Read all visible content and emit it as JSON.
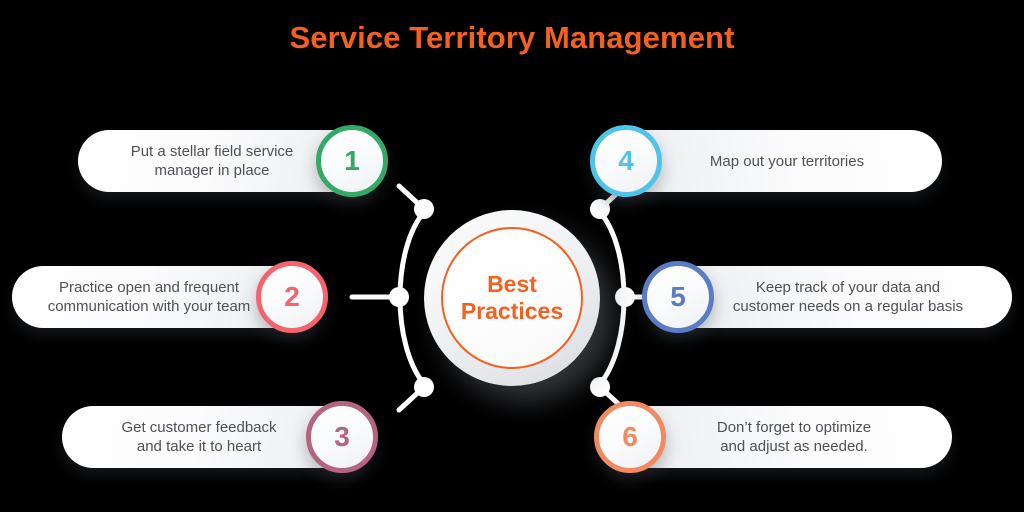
{
  "title": "Service Territory Management",
  "colors": {
    "background": "#000000",
    "title": "#F4601F",
    "hub_accent": "#F4601F",
    "body_text": "#4E5156",
    "connector": "#FFFFFF"
  },
  "hub": {
    "label": "Best\nPractices"
  },
  "items": [
    {
      "number": "1",
      "text": "Put a stellar field service\nmanager in place",
      "color": "#33A867",
      "side": "left"
    },
    {
      "number": "2",
      "text": "Practice open and frequent\ncommunication with your team",
      "color": "#F4636E",
      "side": "left"
    },
    {
      "number": "3",
      "text": "Get customer feedback\nand take it to heart",
      "color": "#B5647F",
      "side": "left"
    },
    {
      "number": "4",
      "text": "Map out your territories",
      "color": "#4FC3E8",
      "side": "right"
    },
    {
      "number": "5",
      "text": "Keep track of your data and\ncustomer needs on a regular basis",
      "color": "#5B7CC4",
      "side": "right"
    },
    {
      "number": "6",
      "text": "Don’t forget to optimize\nand adjust as needed.",
      "color": "#F08A63",
      "side": "right"
    }
  ],
  "connectors": {
    "node_count": 6,
    "description": "white arcs with circular node dots linking numbered circles to the central hub"
  }
}
